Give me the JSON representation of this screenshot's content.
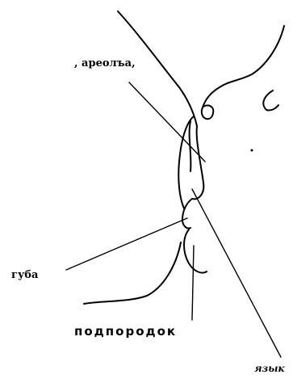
{
  "labels": {
    "areola": ", ареолъа,",
    "lip": "губа",
    "chin": "подпородок",
    "tongue": "язык"
  },
  "colors": {
    "ink": "#000000",
    "background": "#ffffff"
  }
}
